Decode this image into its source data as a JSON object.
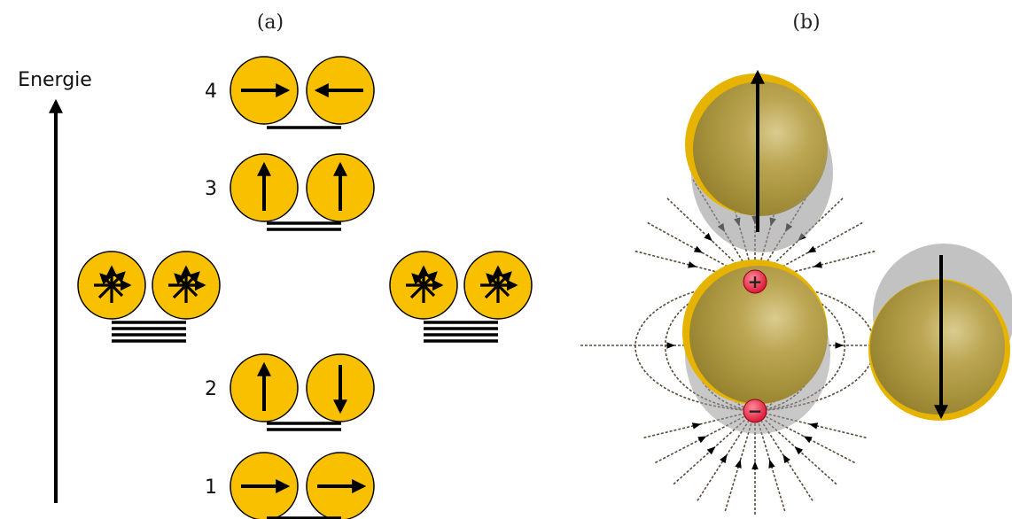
{
  "panel_a": {
    "label": "(a)",
    "axis_label": "Energie",
    "levels": [
      {
        "number": "1",
        "left_moment": "right",
        "right_moment": "right",
        "degeneracy_lines": 1
      },
      {
        "number": "2",
        "left_moment": "up",
        "right_moment": "down",
        "degeneracy_lines": 2
      },
      {
        "number": "3",
        "left_moment": "up",
        "right_moment": "up",
        "degeneracy_lines": 2
      },
      {
        "number": "4",
        "left_moment": "right",
        "right_moment": "left",
        "degeneracy_lines": 1
      }
    ],
    "random_pairs": [
      {
        "position": "left",
        "degeneracy_lines": 4
      },
      {
        "position": "right",
        "degeneracy_lines": 4
      }
    ]
  },
  "panel_b": {
    "label": "(b)",
    "charges": {
      "top": "+",
      "bottom": "−"
    }
  },
  "colors": {
    "sphere_fill": "#f9c000",
    "outline": "#000000",
    "charge_red": "#e8253f",
    "field_line": "#5a4a3a"
  }
}
